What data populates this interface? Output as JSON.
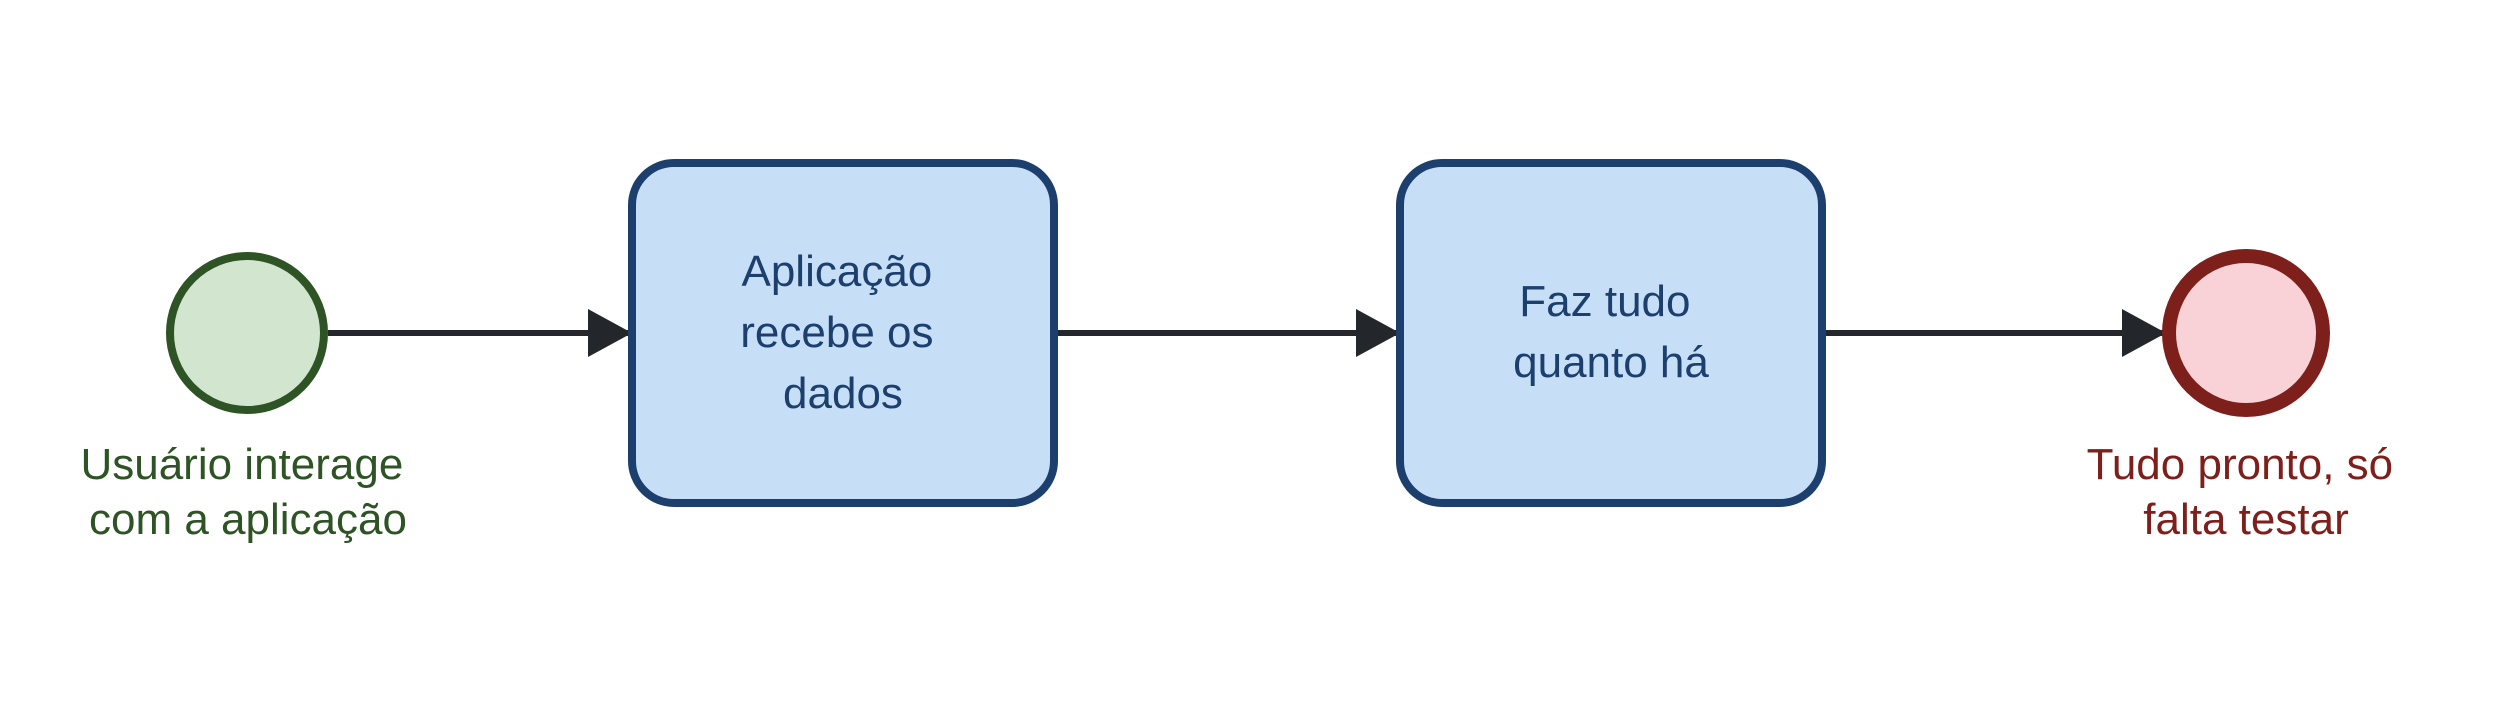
{
  "colors": {
    "start_fill": "#d2e6cf",
    "start_stroke": "#2e5325",
    "task_fill": "#c6dff7",
    "task_stroke": "#1c3f6e",
    "end_fill": "#f8d2d6",
    "end_stroke": "#7d1f1a",
    "edge": "#23262a",
    "task_text": "#1c3f6e",
    "start_text": "#2e5325",
    "end_text": "#7d1f1a"
  },
  "start_event": {
    "label_lines": [
      "Usuário interage",
      "com a aplicação"
    ]
  },
  "task_1": {
    "label_lines": [
      "Aplicação",
      "recebe os",
      "dados"
    ]
  },
  "task_2": {
    "label_lines": [
      "Faz tudo",
      "quanto há"
    ]
  },
  "end_event": {
    "label_lines": [
      "Tudo pronto, só",
      "falta testar"
    ]
  }
}
